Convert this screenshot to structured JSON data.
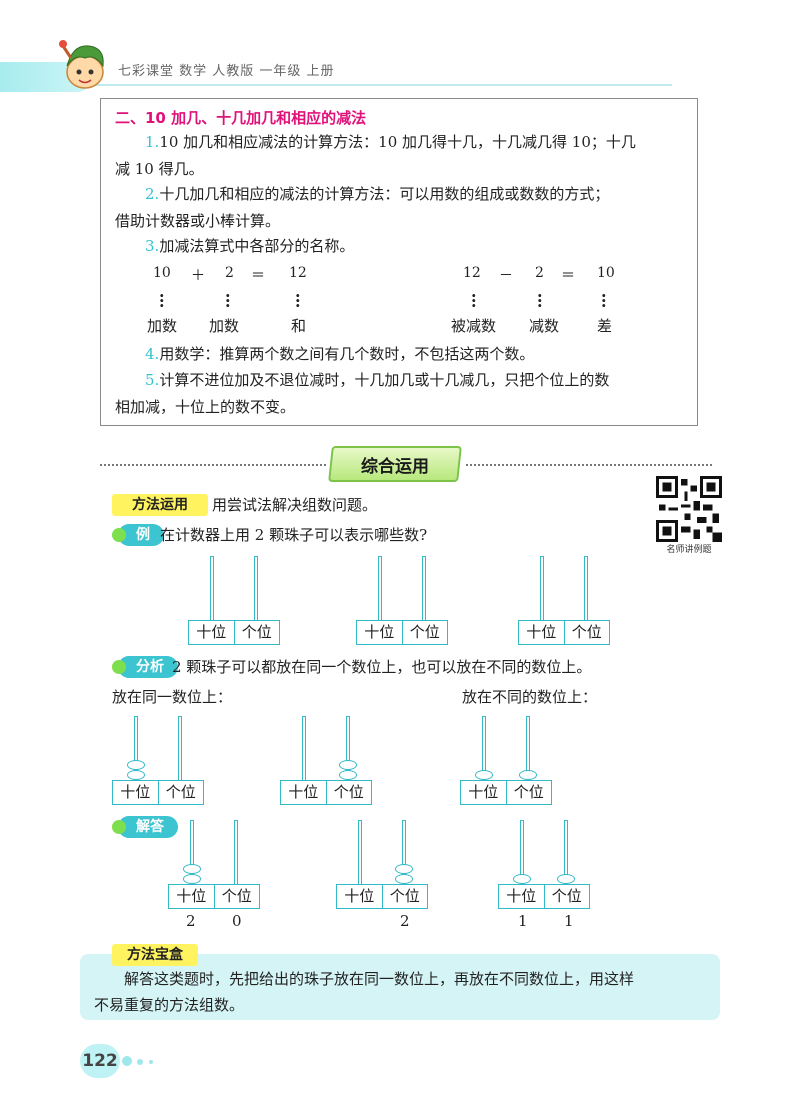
{
  "header": {
    "text": "七彩课堂  数学  人教版  一年级  上册"
  },
  "summary": {
    "title": "二、10 加几、十几加几和相应的减法",
    "p1_num": "1.",
    "p1_a": "10 加几和相应减法的计算方法：10 加几得十几，十几减几得 10；十几",
    "p1_b": "减 10 得几。",
    "p2_num": "2.",
    "p2_a": "十几加几和相应的减法的计算方法：可以用数的组成或数数的方式；",
    "p2_b": "借助计数器或小棒计算。",
    "p3_num": "3.",
    "p3": "加减法算式中各部分的名称。",
    "add_eq": [
      "10",
      "＋",
      "2",
      "＝",
      "12"
    ],
    "sub_eq": [
      "12",
      "－",
      "2",
      "＝",
      "10"
    ],
    "add_names": [
      "加数",
      "加数",
      "和"
    ],
    "sub_names": [
      "被减数",
      "减数",
      "差"
    ],
    "p4_num": "4.",
    "p4": "用数学：推算两个数之间有几个数时，不包括这两个数。",
    "p5_num": "5.",
    "p5_a": "计算不进位加及不退位减时，十几加几或十几减几，只把个位上的数",
    "p5_b": "相加减，十位上的数不变。"
  },
  "section": {
    "title": "综合运用"
  },
  "method": {
    "tag": "方法运用",
    "text": "用尝试法解决组数问题。"
  },
  "example": {
    "tag": "例",
    "text": "在计数器上用 2 颗珠子可以表示哪些数?"
  },
  "qr": {
    "caption": "名师讲例题"
  },
  "abacus_labels": {
    "tens": "十位",
    "ones": "个位"
  },
  "analysis": {
    "tag": "分析",
    "text": "2 颗珠子可以都放在同一个数位上，也可以放在不同的数位上。",
    "same": "放在同一数位上：",
    "diff": "放在不同的数位上："
  },
  "answer": {
    "tag": "解答",
    "results": [
      {
        "tens": "2",
        "ones": "0"
      },
      {
        "tens": "",
        "ones": "2"
      },
      {
        "tens": "1",
        "ones": "1"
      }
    ]
  },
  "tip": {
    "tag": "方法宝盒",
    "line1": "解答这类题时，先把给出的珠子放在同一数位上，再放在不同数位上，用这样",
    "line2": "不易重复的方法组数。"
  },
  "page": {
    "number": "122"
  },
  "colors": {
    "accent": "#3cc5d0",
    "title_pink": "#e0127a",
    "highlight": "#fff45f",
    "green": "#7ddf4e"
  }
}
